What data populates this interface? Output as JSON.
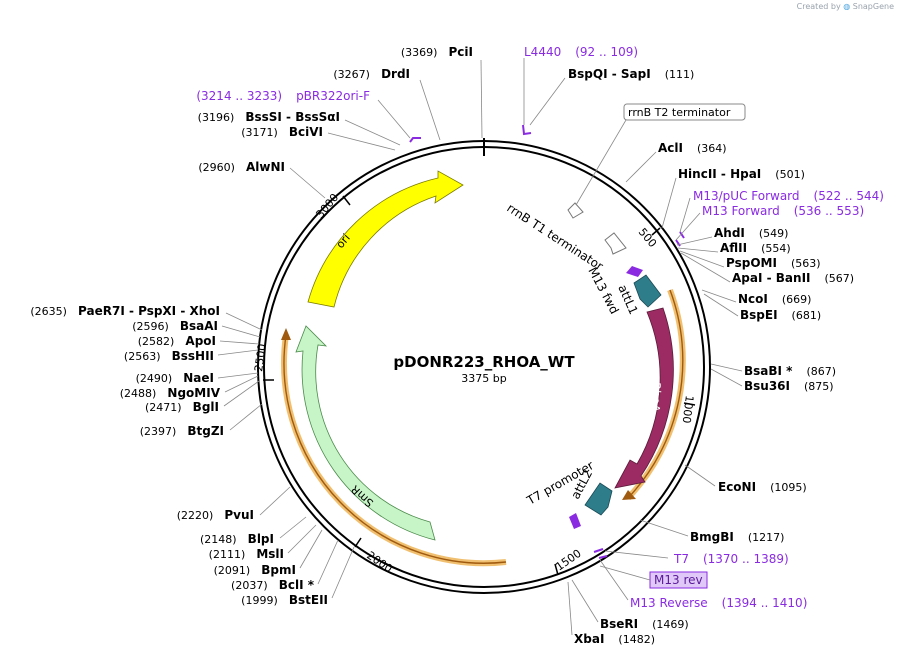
{
  "credit": {
    "text": "Created by",
    "brand": "SnapGene"
  },
  "plasmid": {
    "name": "pDONR223_RHOA_WT",
    "size_label": "3375 bp",
    "length": 3375
  },
  "ticks": [
    "500",
    "1000",
    "1500",
    "2000",
    "2500",
    "3000"
  ],
  "features": [
    {
      "id": "ori",
      "label": "ori",
      "color": "#ffff00"
    },
    {
      "id": "rhoa",
      "label": "RhoA",
      "color": "#9b2b62"
    },
    {
      "id": "smr",
      "label": "SmR",
      "color": "#c8f5c8"
    },
    {
      "id": "attL1",
      "label": "attL1",
      "color": "#2e7d8a"
    },
    {
      "id": "attL2",
      "label": "attL2",
      "color": "#2e7d8a"
    },
    {
      "id": "rrnb_t1",
      "label": "rrnB T1 terminator",
      "color": "#ffffff"
    },
    {
      "id": "m13fwd",
      "label": "M13 fwd",
      "color": "#8a2be2"
    },
    {
      "id": "t7prom",
      "label": "T7 promoter",
      "color": "#8a2be2"
    }
  ],
  "rrnb_t2_label": "rrnB T2 terminator",
  "m13rev_label": "M13 rev",
  "sites": [
    {
      "pos": "(3369)",
      "name": "PciI"
    },
    {
      "pos": "(3267)",
      "name": "DrdI"
    },
    {
      "pos": "(3196)",
      "name": "BssSI  -  BssSαI"
    },
    {
      "pos": "(3171)",
      "name": "BciVI"
    },
    {
      "pos": "(2960)",
      "name": "AlwNI"
    },
    {
      "pos": "(2635)",
      "name": "PaeR7I  -  PspXI  -  XhoI"
    },
    {
      "pos": "(2596)",
      "name": "BsaAI"
    },
    {
      "pos": "(2582)",
      "name": "ApoI"
    },
    {
      "pos": "(2563)",
      "name": "BssHII"
    },
    {
      "pos": "(2490)",
      "name": "NaeI"
    },
    {
      "pos": "(2488)",
      "name": "NgoMIV"
    },
    {
      "pos": "(2471)",
      "name": "BglI"
    },
    {
      "pos": "(2397)",
      "name": "BtgZI"
    },
    {
      "pos": "(2220)",
      "name": "PvuI"
    },
    {
      "pos": "(2148)",
      "name": "BlpI"
    },
    {
      "pos": "(2111)",
      "name": "MslI"
    },
    {
      "pos": "(2091)",
      "name": "BpmI"
    },
    {
      "pos": "(2037)",
      "name": "BclI *"
    },
    {
      "pos": "(1999)",
      "name": "BstEII"
    },
    {
      "pos": "(111)",
      "name": "BspQI  -  SapI"
    },
    {
      "pos": "(364)",
      "name": "AclI"
    },
    {
      "pos": "(501)",
      "name": "HincII  -  HpaI"
    },
    {
      "pos": "(549)",
      "name": "AhdI"
    },
    {
      "pos": "(554)",
      "name": "AflII"
    },
    {
      "pos": "(563)",
      "name": "PspOMI"
    },
    {
      "pos": "(567)",
      "name": "ApaI  -  BanII"
    },
    {
      "pos": "(669)",
      "name": "NcoI"
    },
    {
      "pos": "(681)",
      "name": "BspEI"
    },
    {
      "pos": "(867)",
      "name": "BsaBI *"
    },
    {
      "pos": "(875)",
      "name": "Bsu36I"
    },
    {
      "pos": "(1095)",
      "name": "EcoNI"
    },
    {
      "pos": "(1217)",
      "name": "BmgBI"
    },
    {
      "pos": "(1469)",
      "name": "BseRI"
    },
    {
      "pos": "(1482)",
      "name": "XbaI"
    }
  ],
  "primers": [
    {
      "name": "L4440",
      "range": "(92 .. 109)"
    },
    {
      "name": "pBR322ori-F",
      "range": "(3214 .. 3233)"
    },
    {
      "name": "M13/pUC Forward",
      "range": "(522 .. 544)"
    },
    {
      "name": "M13 Forward",
      "range": "(536 .. 553)"
    },
    {
      "name": "T7",
      "range": "(1370 .. 1389)"
    },
    {
      "name": "M13 Reverse",
      "range": "(1394 .. 1410)"
    }
  ]
}
